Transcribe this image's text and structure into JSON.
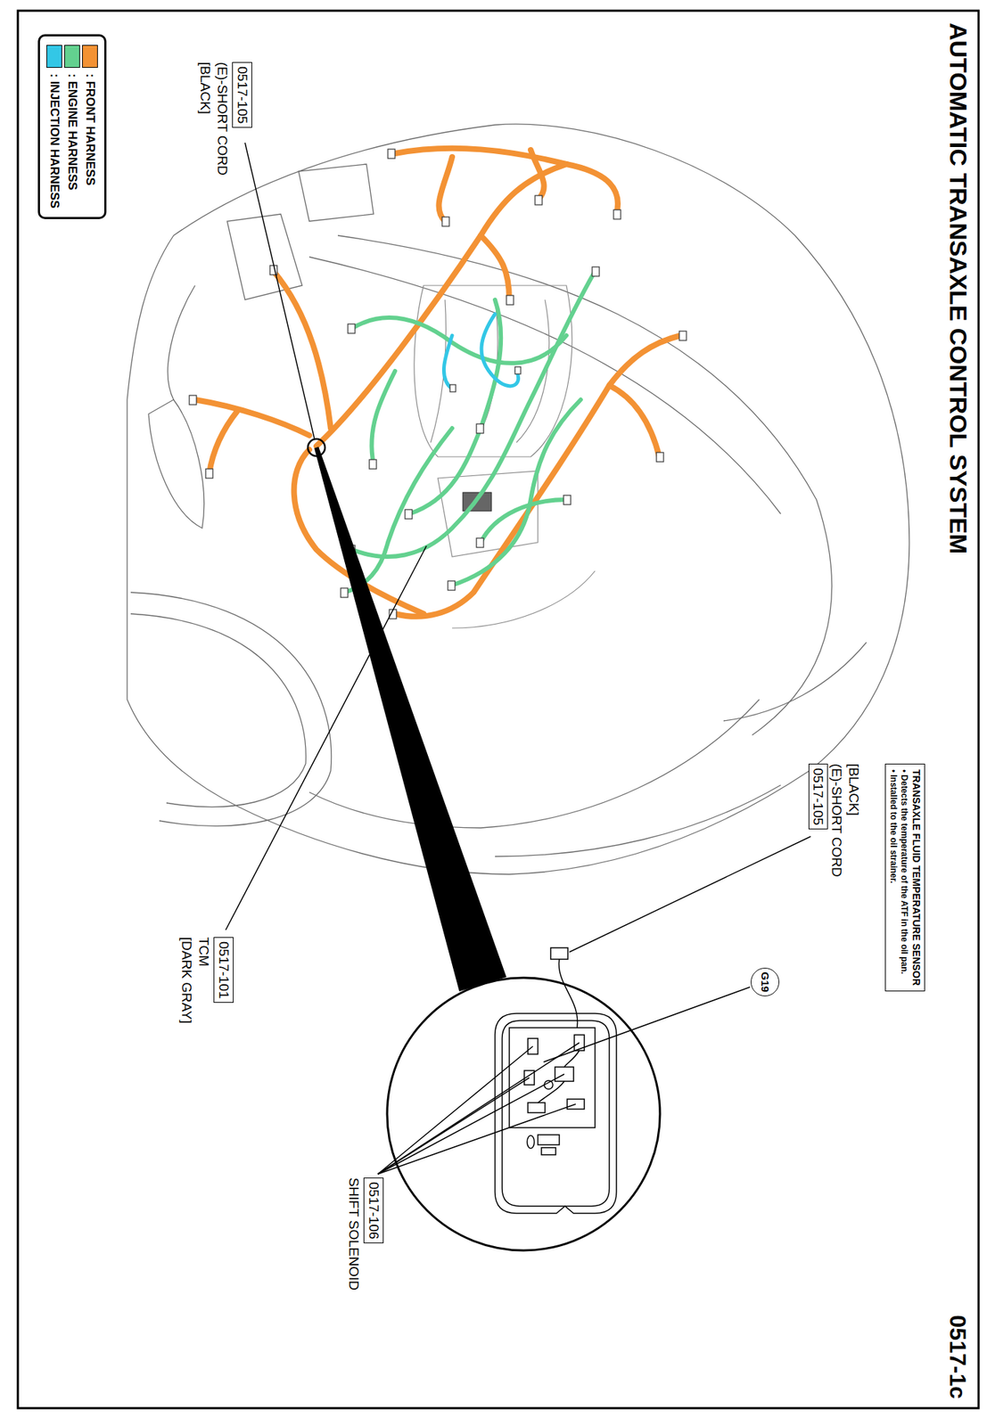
{
  "diagram": {
    "title": "AUTOMATIC TRANSAXLE CONTROL SYSTEM",
    "nodes": [
      {
        "text": [
          "0517-105",
          "(E)-SHORT CORD",
          "[BLACK]"
        ]
      },
      {
        "text": [
          "0517-101",
          "TCM",
          "[DARK GRAY]"
        ]
      },
      {
        "text": [
          "TRANSAXLE FLUID TEMPERATURE SENSOR",
          "• Detects the temperature of the ATF in the oil pan.",
          "• Installed to the oil strainer."
        ]
      },
      {
        "text": [
          "[BLACK]",
          "(E)-SHORT CORD",
          "0517-105"
        ]
      },
      {
        "text": [
          "G19"
        ]
      },
      {
        "text": [
          "0517-106",
          "SHIFT SOLENOID"
        ]
      }
    ],
    "labels": [
      "0517-1c"
    ],
    "legend": [
      {
        "text": ": FRONT HARNESS",
        "color": "#f39234"
      },
      {
        "text": ": ENGINE HARNESS",
        "color": "#63d18f"
      },
      {
        "text": ": INJECTION HARNESS",
        "color": "#33c7e6"
      }
    ]
  }
}
